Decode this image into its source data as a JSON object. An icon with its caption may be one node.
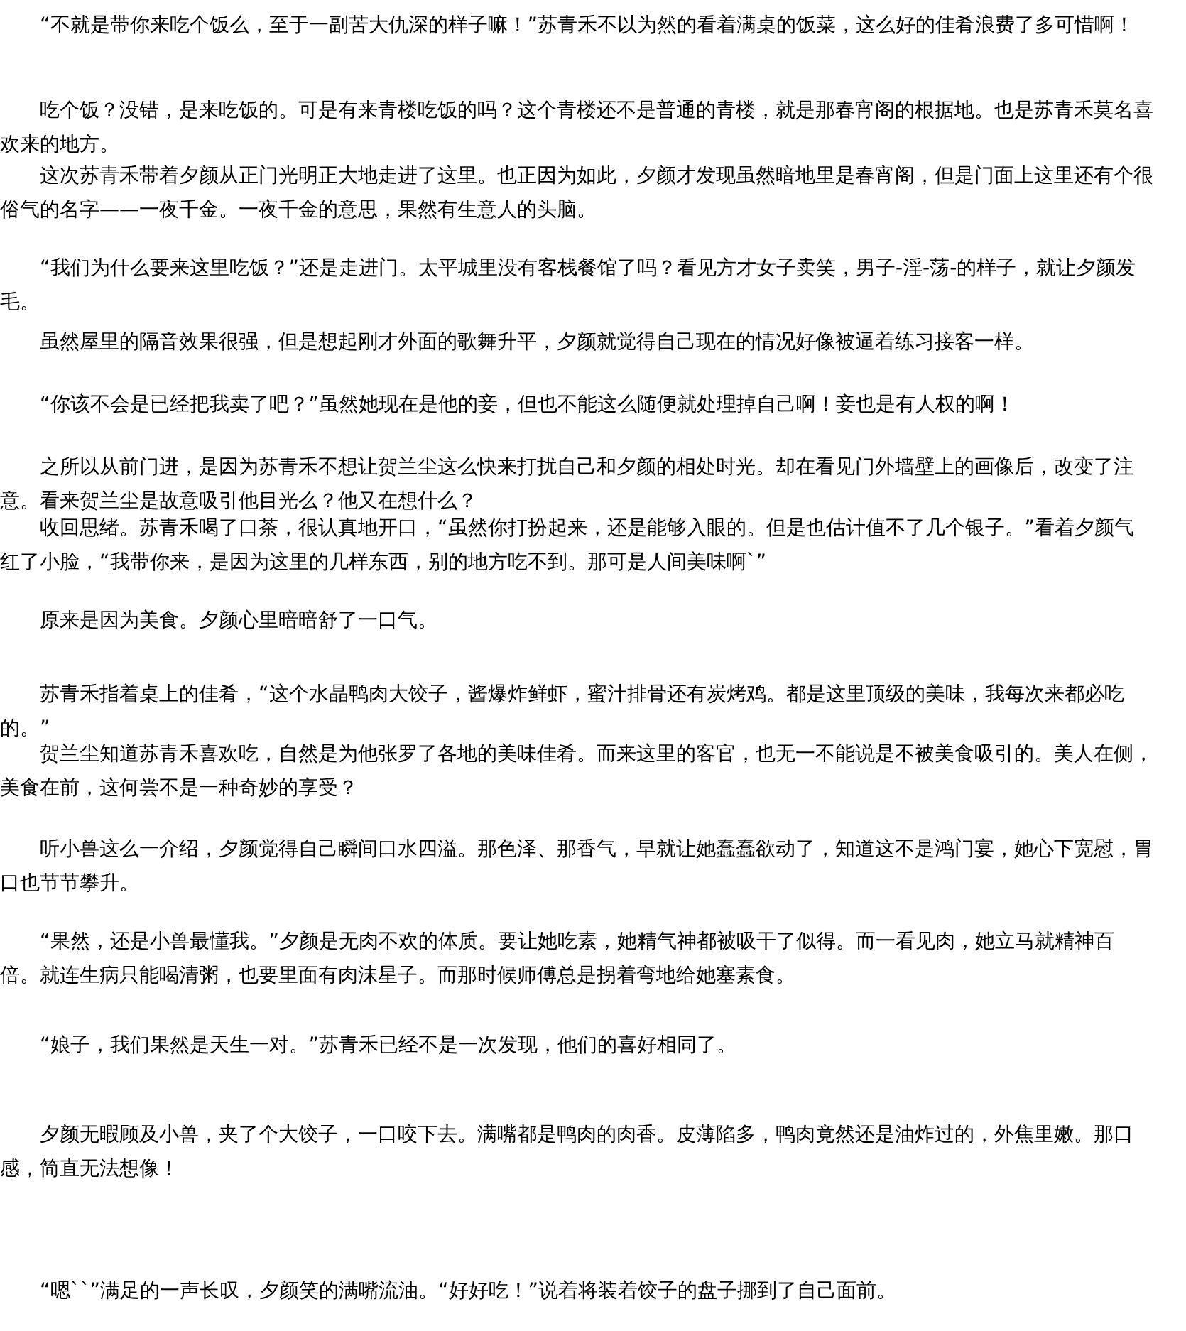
{
  "diagram": {
    "labels": [
      "“不就是带你来吃个饭么，至于一副苦大仇深的样子嘛！”苏青禾不以为然的看着满桌的饭菜，这么好的佳肴浪费了多可惜啊！",
      "吃个饭？没错，是来吃饭的。可是有来青楼吃饭的吗？这个青楼还不是普通的青楼，就是那春宵阁的根据地。也是苏青禾莫名喜欢来的地方。",
      "这次苏青禾带着夕颜从正门光明正大地走进了这里。也正因为如此，夕颜才发现虽然暗地里是春宵阁，但是门面上这里还有个很俗气的名字——一夜千金。一夜千金的意思，果然有生意人的头脑。",
      "“我们为什么要来这里吃饭？”还是走进门。太平城里没有客栈餐馆了吗？看见方才女子卖笑，男子-淫-荡-的样子，就让夕颜发毛。",
      "虽然屋里的隔音效果很强，但是想起刚才外面的歌舞升平，夕颜就觉得自己现在的情况好像被逼着练习接客一样。",
      "“你该不会是已经把我卖了吧？”虽然她现在是他的妾，但也不能这么随便就处理掉自己啊！妾也是有人权的啊！",
      "之所以从前门进，是因为苏青禾不想让贺兰尘这么快来打扰自己和夕颜的相处时光。却在看见门外墙壁上的画像后，改变了注意。看来贺兰尘是故意吸引他目光么？他又在想什么？",
      "收回思绪。苏青禾喝了口茶，很认真地开口，“虽然你打扮起来，还是能够入眼的。但是也估计值不了几个银子。”看着夕颜气红了小脸，“我带你来，是因为这里的几样东西，别的地方吃不到。那可是人间美味啊`”",
      "原来是因为美食。夕颜心里暗暗舒了一口气。",
      "苏青禾指着桌上的佳肴，“这个水晶鸭肉大饺子，酱爆炸鲜虾，蜜汁排骨还有炭烤鸡。都是这里顶级的美味，我每次来都必吃的。”",
      "贺兰尘知道苏青禾喜欢吃，自然是为他张罗了各地的美味佳肴。而来这里的客官，也无一不能说是不被美食吸引的。美人在侧，美食在前，这何尝不是一种奇妙的享受？",
      "听小兽这么一介绍，夕颜觉得自己瞬间口水四溢。那色泽、那香气，早就让她蠢蠢欲动了，知道这不是鸿门宴，她心下宽慰，胃口也节节攀升。",
      "“果然，还是小兽最懂我。”夕颜是无肉不欢的体质。要让她吃素，她精气神都被吸干了似得。而一看见肉，她立马就精神百倍。就连生病只能喝清粥，也要里面有肉沫星子。而那时候师傅总是拐着弯地给她塞素食。",
      "“娘子，我们果然是天生一对。”苏青禾已经不是一次发现，他们的喜好相同了。",
      "夕颜无暇顾及小兽，夹了个大饺子，一口咬下去。满嘴都是鸭肉的肉香。皮薄陷多，鸭肉竟然还是油炸过的，外焦里嫩。那口感，简直无法想像！",
      "“嗯``”满足的一声长叹，夕颜笑的满嘴流油。“好好吃！”说着将装着饺子的盘子挪到了自己面前。"
    ]
  }
}
